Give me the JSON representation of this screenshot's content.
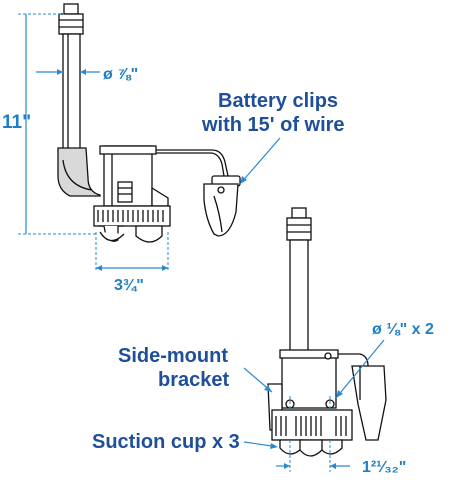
{
  "dimensions": {
    "height": "11\"",
    "outlet_diameter": "ø ⅞\"",
    "base_width": "3¾\"",
    "hole_diameter": "ø ⅛\" x 2",
    "cup_spacing": "1²¹⁄₃₂\""
  },
  "callouts": {
    "battery_line1": "Battery clips",
    "battery_line2": "with 15' of wire",
    "bracket_line1": "Side-mount",
    "bracket_line2": "bracket",
    "suction": "Suction cup x 3"
  },
  "colors": {
    "dimension_text": "#1f7fc4",
    "callout_text": "#1f4f9a",
    "line_art": "#111111"
  }
}
